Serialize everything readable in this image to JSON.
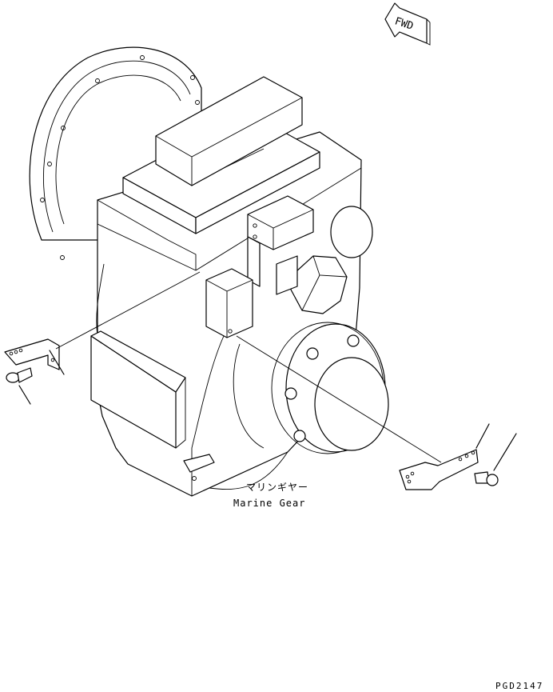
{
  "direction_indicator": {
    "text": "FWD"
  },
  "labels": {
    "part_name_jp": "マリンギヤー",
    "part_name_en": "Marine Gear"
  },
  "figure_code": "PGD2147"
}
